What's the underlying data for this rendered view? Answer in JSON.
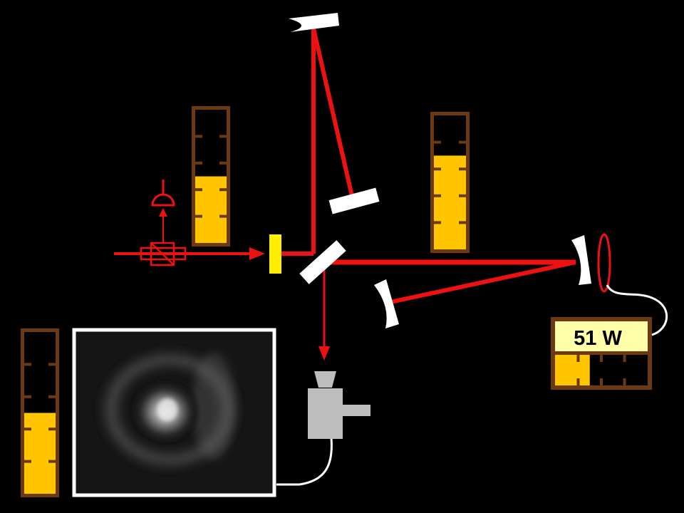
{
  "colors": {
    "background": "#000000",
    "beam": "#ee1111",
    "mirror": "#ffffff",
    "gauge_frame": "#6b3a12",
    "gauge_fill": "#ffc600",
    "wedge": "#ffee00",
    "camera": "#bdbdbd",
    "power_display": "#ffffaa",
    "cable": "#ffffff",
    "screen_border": "#ffffff"
  },
  "gauges": [
    {
      "name": "gauge-left-tall",
      "segments": 5,
      "filled": 2.5
    },
    {
      "name": "gauge-upper-middle",
      "segments": 5,
      "filled": 2.5
    },
    {
      "name": "gauge-upper-right",
      "segments": 5,
      "filled": 3.5
    }
  ],
  "power_meter": {
    "reading": "51 W",
    "segments": 4,
    "filled": 1.5
  },
  "icons": {
    "photodetector": "photodetector-icon",
    "isolator": "optical-isolator-icon",
    "camera": "camera-icon",
    "lens": "lens-icon"
  }
}
